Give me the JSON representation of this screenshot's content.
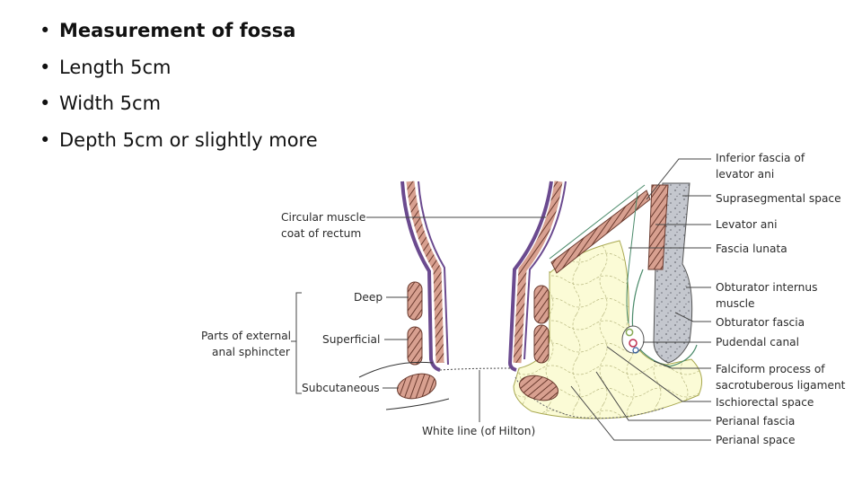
{
  "bullets": [
    {
      "text": "Measurement of fossa",
      "bold": true
    },
    {
      "text": "Length 5cm",
      "bold": false
    },
    {
      "text": "Width 5cm",
      "bold": false
    },
    {
      "text": "Depth 5cm or slightly more",
      "bold": false
    }
  ],
  "labels": {
    "circular_muscle": [
      "Circular muscle",
      "coat of rectum"
    ],
    "deep": "Deep",
    "superficial": "Superficial",
    "subcutaneous": "Subcutaneous",
    "parts_ext": [
      "Parts of external",
      "anal sphincter"
    ],
    "white_line": "White line (of Hilton)",
    "inferior_fascia": [
      "Inferior fascia of",
      "levator ani"
    ],
    "suprasegmental": "Suprasegmental space",
    "levator_ani": "Levator ani",
    "fascia_lunata": "Fascia lunata",
    "obturator_internus": [
      "Obturator internus",
      "muscle"
    ],
    "obturator_fascia": "Obturator fascia",
    "pudendal_canal": "Pudendal canal",
    "falciform": [
      "Falciform process of",
      "sacrotuberous ligament"
    ],
    "ischiorectal": "Ischiorectal space",
    "perianal_fascia": "Perianal fascia",
    "perianal_space": "Perianal space"
  }
}
